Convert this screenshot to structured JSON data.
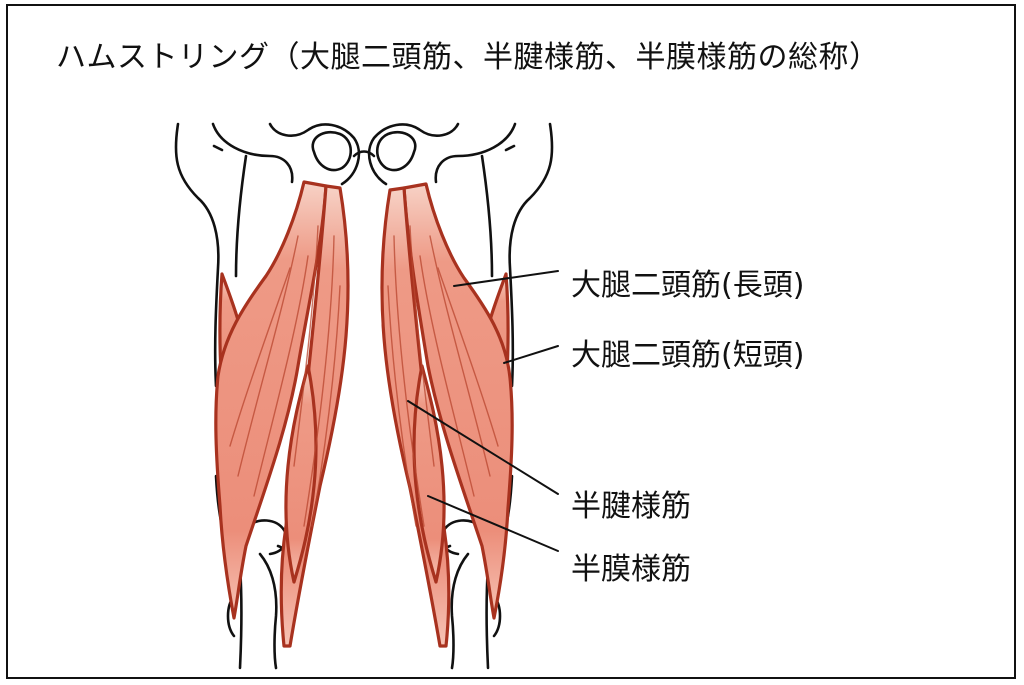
{
  "title": "ハムストリング（大腿二頭筋、半腱様筋、半膜様筋の総称）",
  "labels": {
    "biceps_femoris_long": "大腿二頭筋(長頭)",
    "biceps_femoris_short": "大腿二頭筋(短頭)",
    "semitendinosus": "半腱様筋",
    "semimembranosus": "半膜様筋"
  },
  "colors": {
    "muscle_fill": "#ec8e7a",
    "muscle_light": "#f7c6b8",
    "muscle_outline": "#a8321f",
    "bone_outline": "#111111",
    "leader_line": "#111111"
  },
  "icons": {
    "pelvis": "pelvis-illustration",
    "femur": "femur-illustration",
    "muscle": "hamstring-muscle-illustration"
  }
}
